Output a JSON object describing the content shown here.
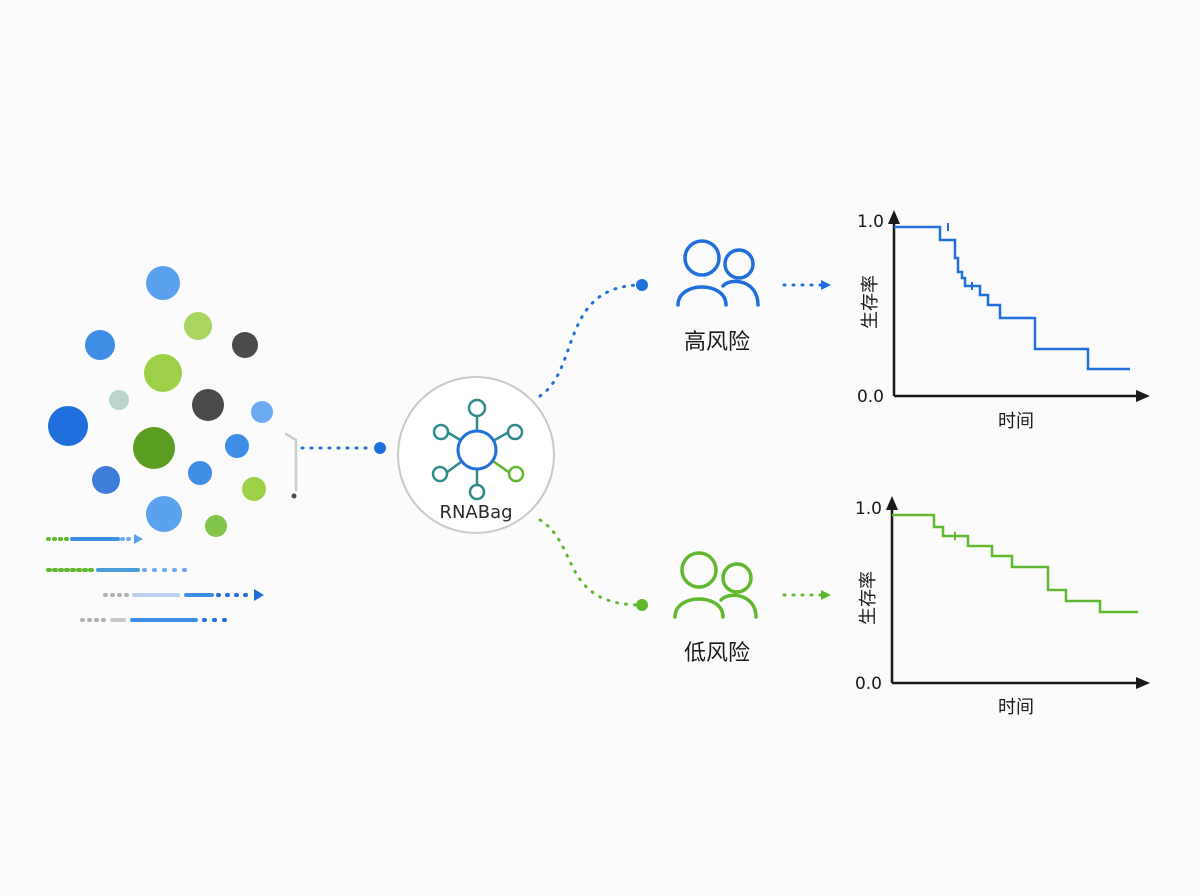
{
  "model": {
    "label": "RNABag"
  },
  "groups": [
    {
      "label": "高风险",
      "color": "#1f6fdc"
    },
    {
      "label": "低风险",
      "color": "#5fb82e"
    }
  ],
  "charts": {
    "y_label": "生存率",
    "x_label": "时间",
    "y_tick_top": "1.0",
    "y_tick_bottom": "0.0"
  },
  "chart_data": [
    {
      "type": "line",
      "series": [
        {
          "name": "高风险",
          "color": "#1f6fdc"
        }
      ],
      "ylabel": "生存率",
      "xlabel": "时间",
      "ylim": [
        0.0,
        1.0
      ],
      "yticks": [
        "0.0",
        "1.0"
      ]
    },
    {
      "type": "line",
      "series": [
        {
          "name": "低风险",
          "color": "#5fb82e"
        }
      ],
      "ylabel": "生存率",
      "xlabel": "时间",
      "ylim": [
        0.0,
        1.0
      ],
      "yticks": [
        "0.0",
        "1.0"
      ]
    }
  ],
  "palette": {
    "blue": "#1f6fdc",
    "light_blue": "#5aa2ee",
    "green": "#5fb82e",
    "light_green": "#a8d55f",
    "dark_gray": "#4a4a4a",
    "pale_teal": "#b9d3cd"
  },
  "icons": {
    "people": "people-outline-icon",
    "network": "network-hub-icon"
  }
}
